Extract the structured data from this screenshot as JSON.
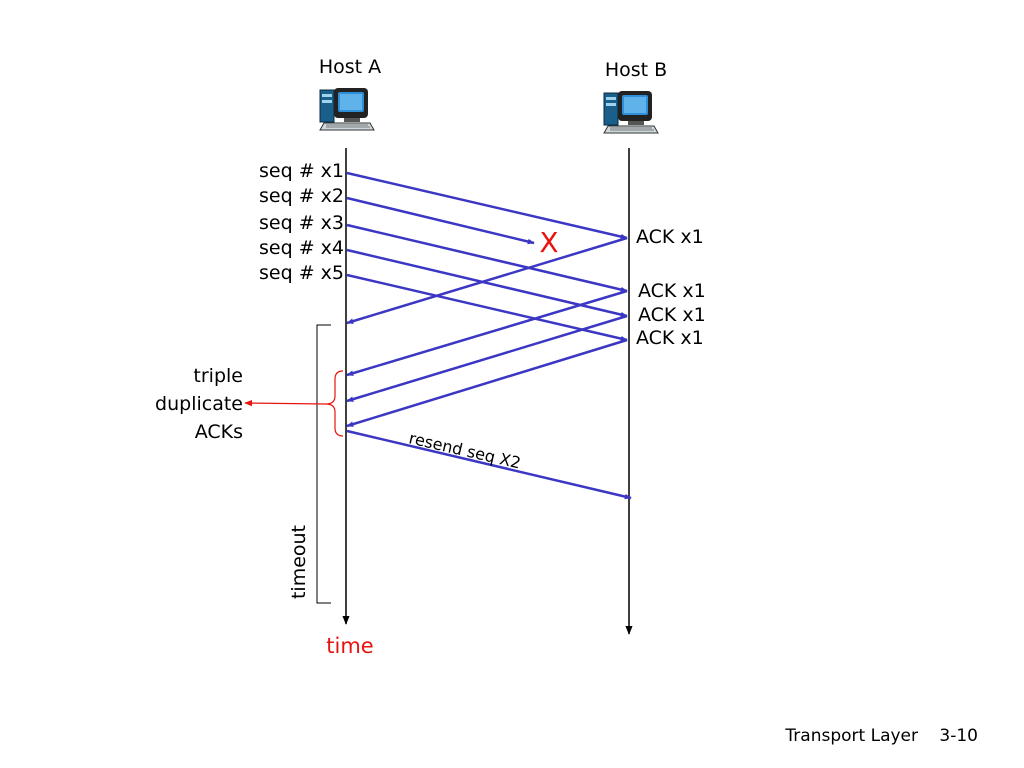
{
  "hosts": {
    "a": "Host A",
    "b": "Host B"
  },
  "segments": [
    "seq # x1",
    "seq # x2",
    "seq # x3",
    "seq # x4",
    "seq # x5"
  ],
  "acks": [
    "ACK x1",
    "ACK x1",
    "ACK x1",
    "ACK x1"
  ],
  "loss_mark": "X",
  "triple_dup": [
    "triple",
    "duplicate",
    "ACKs"
  ],
  "resend": "resend seq X2",
  "timeout": "timeout",
  "time": "time",
  "footer": {
    "section": "Transport Layer",
    "page": "3-10"
  },
  "colors": {
    "arrow": "#3b37c4",
    "accent_red": "#e8130e",
    "monitor_blue": "#2f8fd6"
  },
  "icons": [
    "computer-icon",
    "computer-icon"
  ]
}
